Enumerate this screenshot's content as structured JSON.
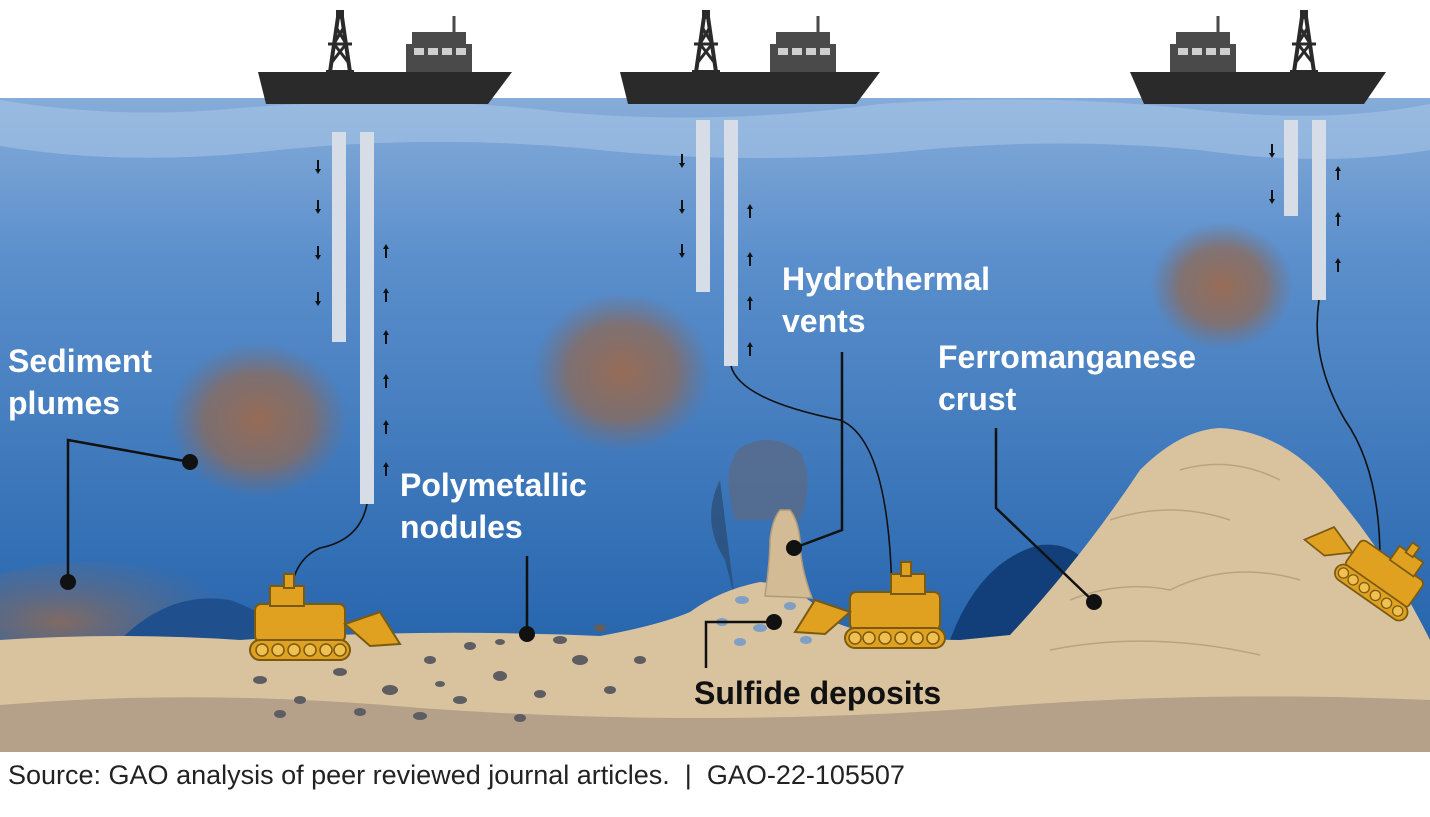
{
  "labels": {
    "sediment_plumes": "Sediment\nplumes",
    "polymetallic_nodules": "Polymetallic\nnodules",
    "hydrothermal_vents": "Hydrothermal\nvents",
    "ferromanganese_crust": "Ferromanganese\ncrust",
    "sulfide_deposits": "Sulfide deposits"
  },
  "source_note": "Source: GAO analysis of peer reviewed journal articles.  |  GAO-22-105507",
  "colors": {
    "ocean_top": "#7fa8d8",
    "ocean_deep": "#1d5fa8",
    "seabed": "#d8c09c",
    "bedrock": "#b39f86",
    "plume": "#9a6a4e",
    "machine": "#e0a020",
    "ship": "#2a2a2a"
  }
}
